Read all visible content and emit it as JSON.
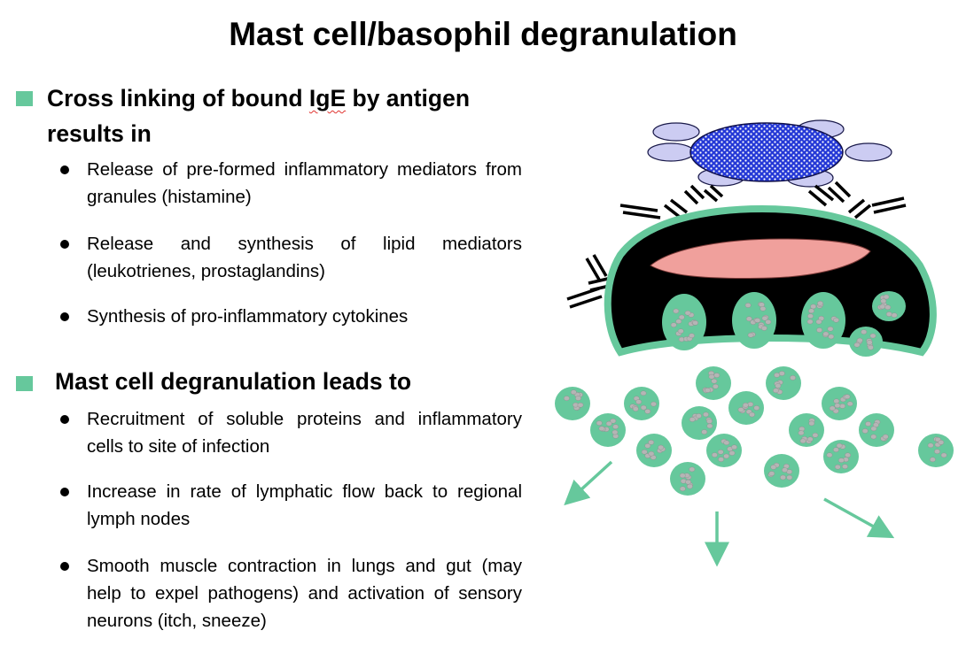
{
  "title": "Mast cell/basophil degranulation",
  "section1": {
    "heading_before": "Cross linking of bound ",
    "heading_ige": "IgE",
    "heading_after": " by antigen",
    "heading_line2": "results in",
    "bullets": [
      "Release of pre-formed inflammatory mediators from granules (histamine)",
      "Release and synthesis of lipid mediators (leukotrienes, prostaglandins)",
      "Synthesis of pro-inflammatory cytokines"
    ]
  },
  "section2": {
    "heading": "Mast cell degranulation leads to",
    "bullets": [
      "Recruitment of soluble proteins and inflammatory cells to site of infection",
      "Increase in rate of lymphatic flow back to regional lymph nodes",
      "Smooth muscle contraction in lungs and gut (may help to expel pathogens) and activation of sensory neurons (itch, sneeze)"
    ]
  },
  "colors": {
    "accent_green": "#66c89c",
    "antigen_blue": "#2438d6",
    "antigen_lobe": "#ccccf2",
    "nucleus_pink": "#f0a09c",
    "cell_black": "#000000",
    "granule_dot": "#b5b5b5",
    "squiggle_red": "#e0332f"
  }
}
